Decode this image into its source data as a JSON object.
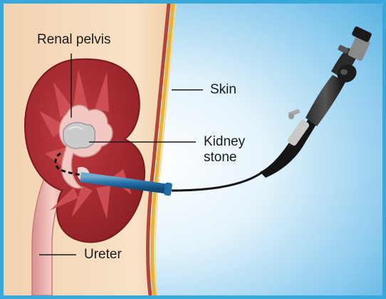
{
  "labels": {
    "renal_pelvis": "Renal pelvis",
    "skin": "Skin",
    "kidney_stone": "Kidney stone",
    "ureter": "Ureter"
  },
  "colors": {
    "border": "#39a9dc",
    "skin_tissue": "#f6dcc0",
    "kidney_cortex": "#a3262c",
    "kidney_medulla": "#c4454a",
    "pelvis": "#f2c7c2",
    "stone": "#c9c9c9",
    "sheath": "#2e88c4",
    "scope_body": "#151515",
    "background_glow": "#e4f3fb",
    "background_edge": "#4faee0"
  },
  "icons": {
    "kidney": "kidney-illustration",
    "instrument": "nephroscope-illustration"
  }
}
